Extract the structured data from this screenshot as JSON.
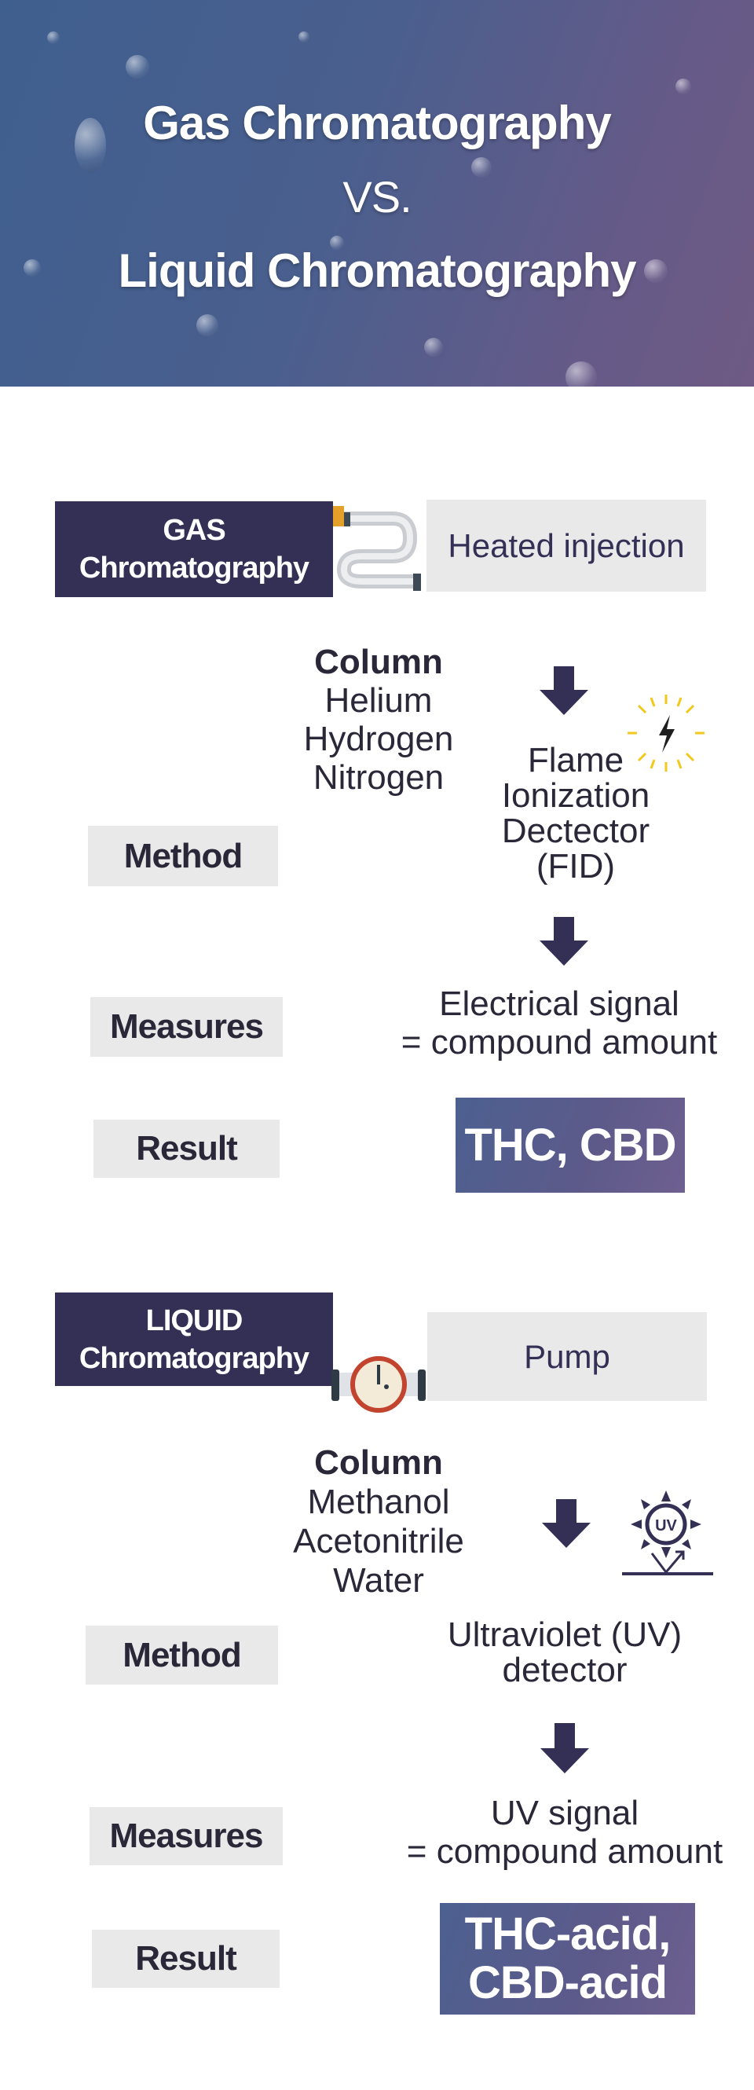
{
  "header": {
    "line1": "Gas Chromatography",
    "line2": "VS.",
    "line3": "Liquid Chromatography"
  },
  "gas": {
    "title1": "GAS",
    "title2": "Chromatography",
    "step1": "Heated injection",
    "column_heading": "Column",
    "column_items": [
      "Helium",
      "Hydrogen",
      "Nitrogen"
    ],
    "detector": [
      "Flame",
      "Ionization",
      "Dectector",
      "(FID)"
    ],
    "method_label": "Method",
    "measures_label": "Measures",
    "result_label": "Result",
    "measures": [
      "Electrical signal",
      "= compound amount"
    ],
    "result": "THC, CBD"
  },
  "liquid": {
    "title1": "LIQUID",
    "title2": "Chromatography",
    "step1": "Pump",
    "column_heading": "Column",
    "column_items": [
      "Methanol",
      "Acetonitrile",
      "Water"
    ],
    "detector": [
      "Ultraviolet (UV)",
      "detector"
    ],
    "uv_icon_text": "UV",
    "method_label": "Method",
    "measures_label": "Measures",
    "result_label": "Result",
    "measures": [
      "UV signal",
      "= compound amount"
    ],
    "result": [
      "THC-acid,",
      "CBD-acid"
    ]
  },
  "colors": {
    "navy": "#332f55",
    "grey": "#e9e9e9"
  }
}
